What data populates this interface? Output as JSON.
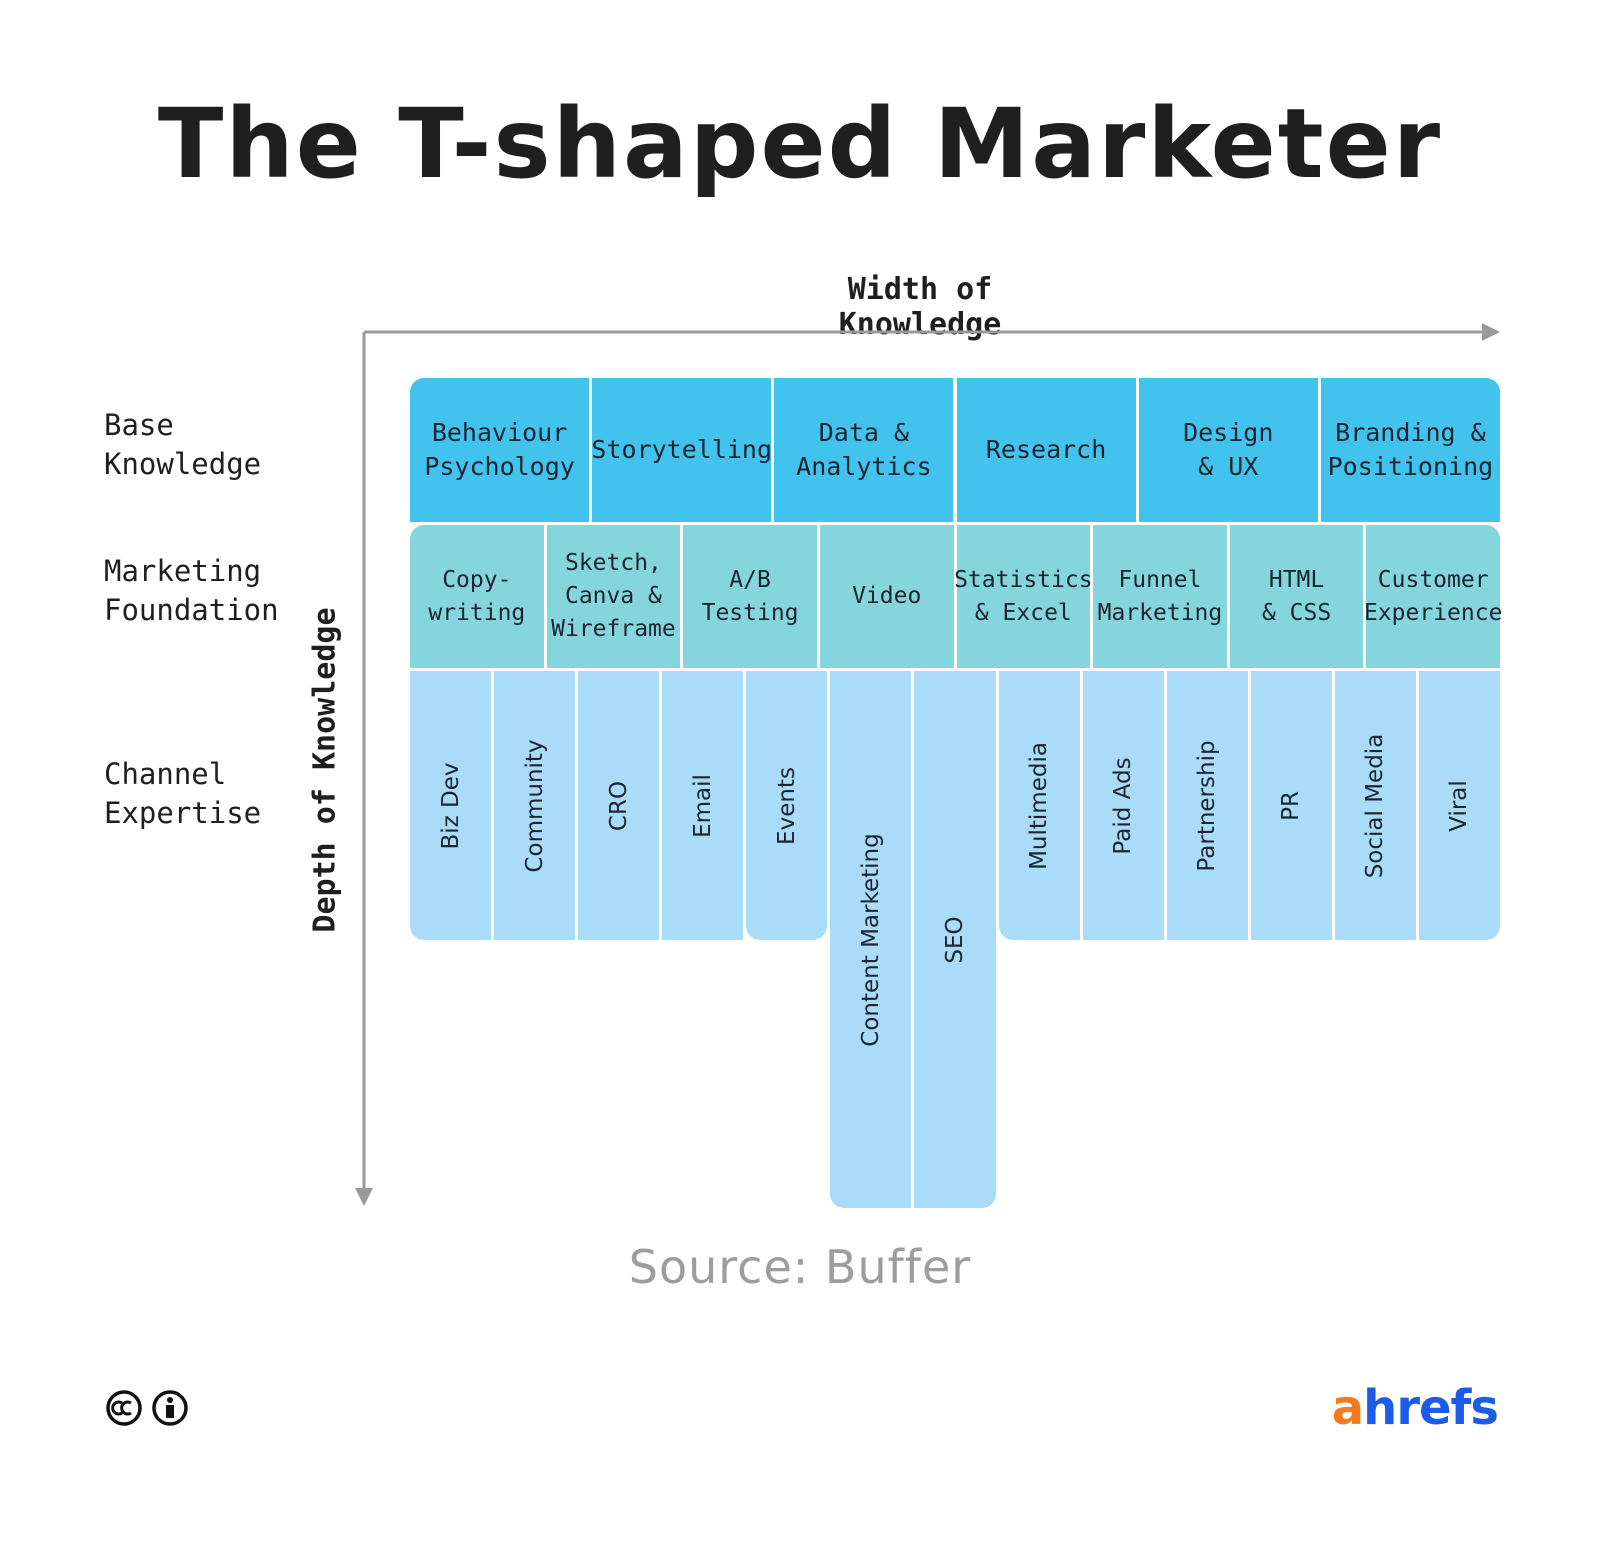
{
  "title": "The T-shaped Marketer",
  "axes": {
    "x_label": "Width of Knowledge",
    "y_label": "Depth of Knowledge"
  },
  "rows": {
    "base": "Base\nKnowledge",
    "foundation": "Marketing\nFoundation",
    "channel": "Channel\nExpertise"
  },
  "base_knowledge": [
    "Behaviour\nPsychology",
    "Storytelling",
    "Data &\nAnalytics",
    "Research",
    "Design\n& UX",
    "Branding &\nPositioning"
  ],
  "marketing_foundation": [
    "Copy-\nwriting",
    "Sketch,\nCanva &\nWireframe",
    "A/B\nTesting",
    "Video",
    "Statistics\n& Excel",
    "Funnel\nMarketing",
    "HTML\n& CSS",
    "Customer\nExperience"
  ],
  "channel_expertise": [
    "Biz Dev",
    "Community",
    "CRO",
    "Email",
    "Events",
    "Content Marketing",
    "SEO",
    "Multimedia",
    "Paid Ads",
    "Partnership",
    "PR",
    "Social Media",
    "Viral"
  ],
  "deep_channels": [
    "Content Marketing",
    "SEO"
  ],
  "colors": {
    "base": "#41c3ee",
    "foundation": "#85d6dc",
    "channel": "#aadbf8",
    "axis": "#9a9a9a",
    "source_text": "#9d9d9d",
    "logo_orange": "#f7791f",
    "logo_blue": "#1c5ce9"
  },
  "source": "Source: Buffer",
  "license_icons": [
    "creative-commons-icon",
    "attribution-icon"
  ],
  "brand": {
    "first": "a",
    "rest": "hrefs"
  }
}
